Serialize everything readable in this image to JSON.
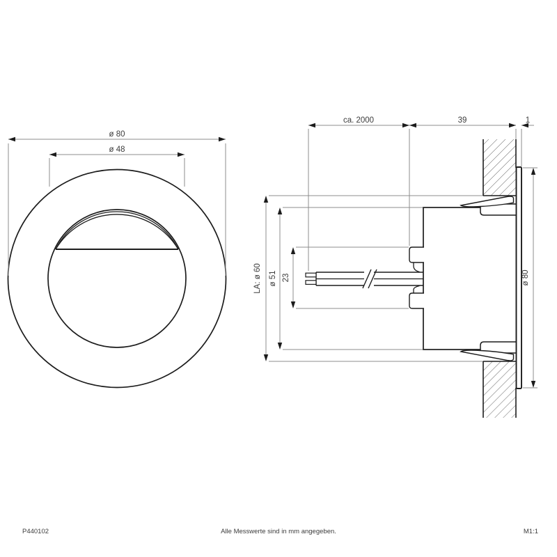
{
  "front_view": {
    "outer_diameter_label": "ø 80",
    "inner_diameter_label": "ø 48"
  },
  "section_view": {
    "cable_length_label": "ca. 2000",
    "depth_label": "39",
    "bezel_thickness_label": "1",
    "cutout_diameter_label": "LA: ø 60",
    "body_diameter_label": "ø 51",
    "connector_height_label": "23",
    "front_diameter_label": "ø 80"
  },
  "footer": {
    "part_number": "P440102",
    "units_note": "Alle Messwerte sind in mm angegeben.",
    "scale": "M1:1"
  },
  "colors": {
    "object_line": "#1c1c1c",
    "dimension_line": "#8c8c8c",
    "hatch_line": "#6e6e6e",
    "text": "#3c3c3c",
    "background": "#ffffff"
  }
}
